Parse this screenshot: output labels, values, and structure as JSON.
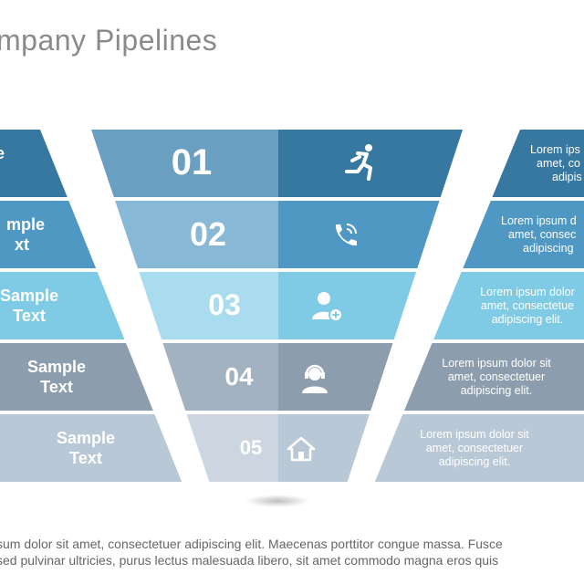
{
  "slide": {
    "title": "mpany Pipelines",
    "body_lines": [
      "sum dolor sit amet, consectetuer adipiscing elit. Maecenas porttitor congue massa. Fusce",
      "sed pulvinar ultricies, purus lectus malesuada libero, sit amet commodo magna eros quis"
    ]
  },
  "colors": {
    "row1": "#3678a0",
    "row2": "#4f98c4",
    "row3": "#7fcbe6",
    "row4": "#8c9dad",
    "row5": "#b9c8d6",
    "funnel_num1": "#6a9fc1",
    "funnel_num2": "#87b8d6",
    "funnel_num3": "#a9dcef",
    "funnel_num4": "#a3b2c0",
    "funnel_num5": "#cbd6e1"
  },
  "stages": [
    {
      "number": "01",
      "icon": "running-person-icon",
      "left_text": "e",
      "right_text": [
        "Lorem ips",
        "amet, co",
        "adipis"
      ]
    },
    {
      "number": "02",
      "icon": "phone-ringing-icon",
      "left_text": "mple\nxt",
      "right_text": [
        "Lorem ipsum d",
        "amet, consec",
        "adipiscing"
      ]
    },
    {
      "number": "03",
      "icon": "add-user-icon",
      "left_text": "Sample\nText",
      "right_text": [
        "Lorem ipsum dolor",
        "amet, consectetue",
        "adipiscing elit."
      ]
    },
    {
      "number": "04",
      "icon": "support-agent-icon",
      "left_text": "Sample\nText",
      "right_text": [
        "Lorem ipsum dolor sit",
        "amet, consectetuer",
        "adipiscing elit."
      ]
    },
    {
      "number": "05",
      "icon": "home-icon",
      "left_text": "Sample\nText",
      "right_text": [
        "Lorem ipsum dolor sit",
        "amet, consectetuer",
        "adipiscing elit."
      ]
    }
  ]
}
